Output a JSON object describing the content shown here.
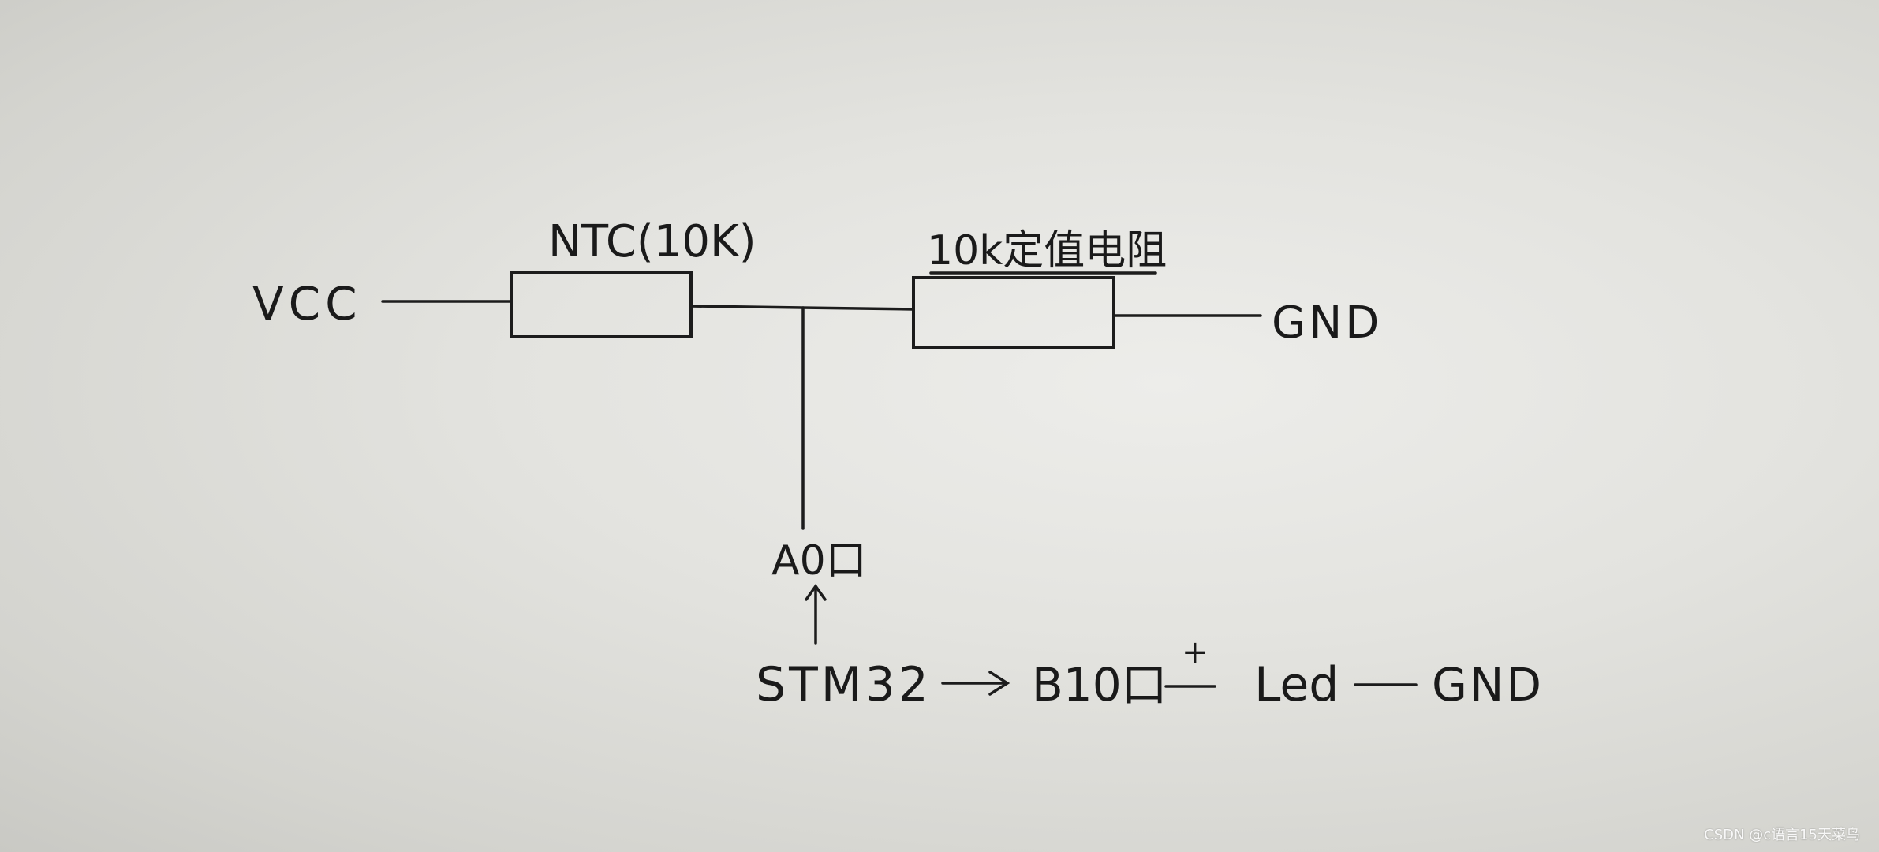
{
  "labels": {
    "vcc": "VCC",
    "ntc": "NTC(10K)",
    "fixed_resistor": "10k定值电阻",
    "gnd_top": "GND",
    "a0_port": "A0口",
    "stm32": "STM32",
    "b10_port": "B10口",
    "plus": "+",
    "led": "Led",
    "gnd_bottom": "GND"
  },
  "watermark": "CSDN @c语言15天菜鸟",
  "colors": {
    "ink": "#1c1c1c",
    "paper": "#e6e6e2"
  }
}
